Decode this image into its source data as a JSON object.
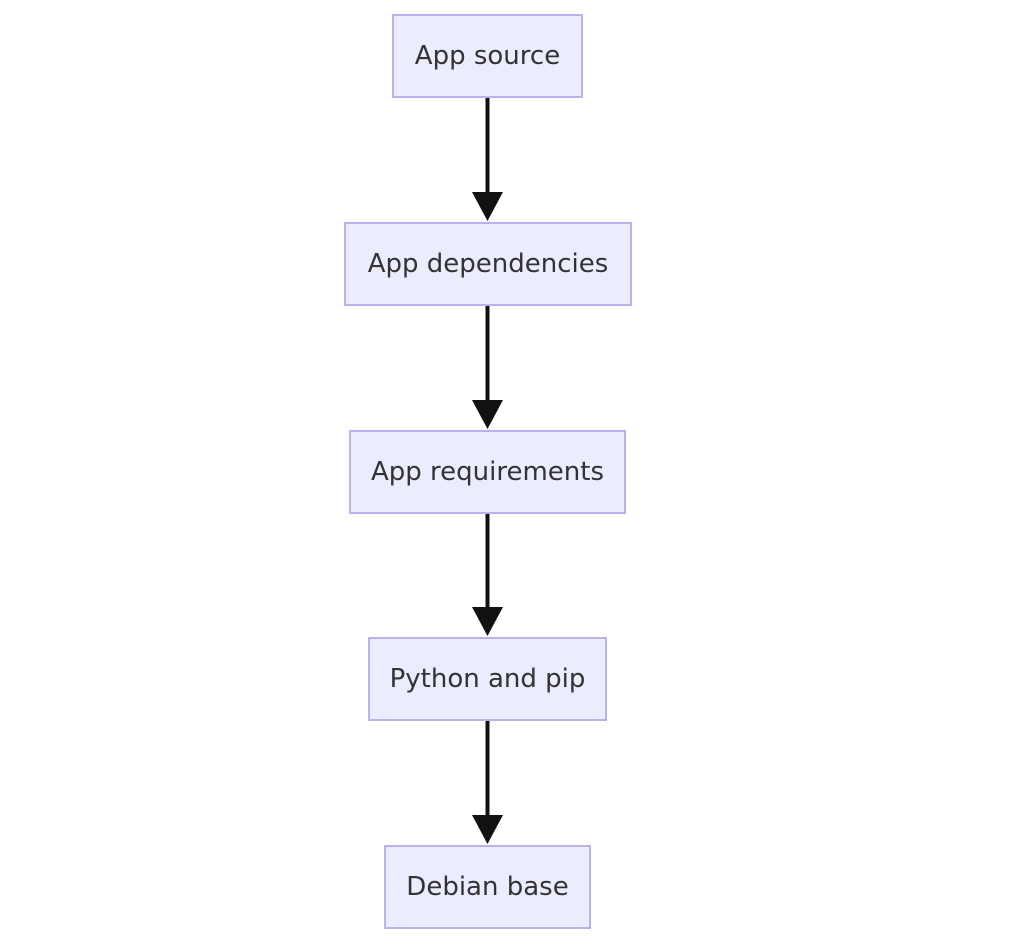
{
  "nodes": [
    {
      "label": "App source"
    },
    {
      "label": "App dependencies"
    },
    {
      "label": "App requirements"
    },
    {
      "label": "Python and pip"
    },
    {
      "label": "Debian base"
    }
  ],
  "edges": [
    {
      "from": "App source",
      "to": "App dependencies"
    },
    {
      "from": "App dependencies",
      "to": "App requirements"
    },
    {
      "from": "App requirements",
      "to": "Python and pip"
    },
    {
      "from": "Python and pip",
      "to": "Debian base"
    }
  ],
  "colors": {
    "node_fill": "#ececff",
    "node_border": "#b8b3ea",
    "edge": "#111111",
    "text": "#333333"
  }
}
